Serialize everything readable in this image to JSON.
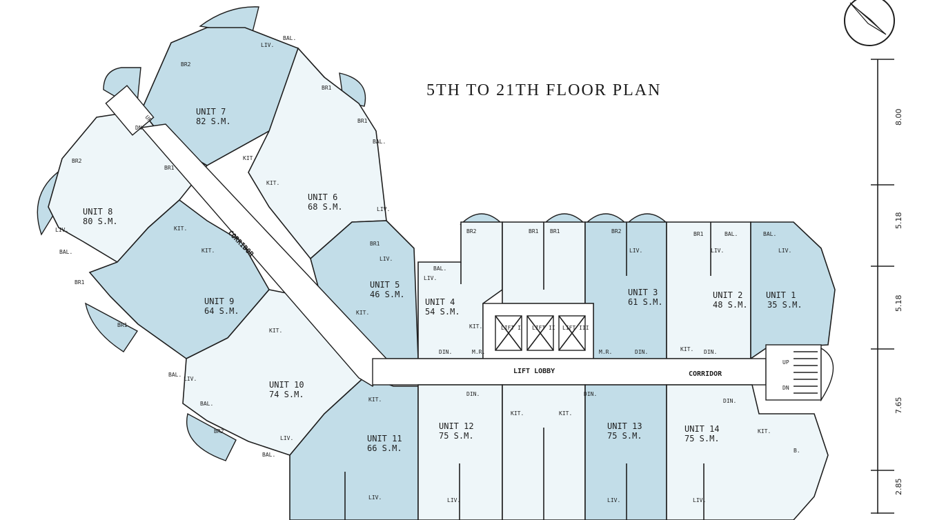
{
  "title": "5TH TO 21TH FLOOR PLAN",
  "units": [
    {
      "id": "unit-1",
      "name": "UNIT 1",
      "area": "35 S.M."
    },
    {
      "id": "unit-2",
      "name": "UNIT 2",
      "area": "48 S.M."
    },
    {
      "id": "unit-3",
      "name": "UNIT 3",
      "area": "61 S.M."
    },
    {
      "id": "unit-4",
      "name": "UNIT 4",
      "area": "54 S.M."
    },
    {
      "id": "unit-5",
      "name": "UNIT 5",
      "area": "46 S.M."
    },
    {
      "id": "unit-6",
      "name": "UNIT 6",
      "area": "68 S.M."
    },
    {
      "id": "unit-7",
      "name": "UNIT 7",
      "area": "82 S.M."
    },
    {
      "id": "unit-8",
      "name": "UNIT 8",
      "area": "80 S.M."
    },
    {
      "id": "unit-9",
      "name": "UNIT 9",
      "area": "64 S.M."
    },
    {
      "id": "unit-10",
      "name": "UNIT 10",
      "area": "74 S.M."
    },
    {
      "id": "unit-11",
      "name": "UNIT 11",
      "area": "66 S.M."
    },
    {
      "id": "unit-12",
      "name": "UNIT 12",
      "area": "75 S.M."
    },
    {
      "id": "unit-13",
      "name": "UNIT 13",
      "area": "75 S.M."
    },
    {
      "id": "unit-14",
      "name": "UNIT 14",
      "area": "75 S.M."
    }
  ],
  "labels": {
    "lift_lobby": "LIFT LOBBY",
    "corridor_east": "CORRIDOR",
    "corridor_diag": "CORRIDOR",
    "lift_1": "LIFT I",
    "lift_2": "LIFT II",
    "lift_3": "LIFT III",
    "up": "UP",
    "dn": "DN"
  },
  "room_tags": {
    "bal": "BAL.",
    "liv": "LIV.",
    "br1": "BR1",
    "br2": "BR2",
    "kit": "KIT.",
    "din": "DIN.",
    "mr": "M.R.",
    "b": "B."
  },
  "dimensions": [
    "8.00",
    "5.18",
    "5.18",
    "7.65",
    "2.85"
  ],
  "colors": {
    "unit_fill": "#c2dde8",
    "unit_fill_light": "#eef6f9",
    "line": "#1e1e1e"
  },
  "compass": "north-arrow-icon"
}
